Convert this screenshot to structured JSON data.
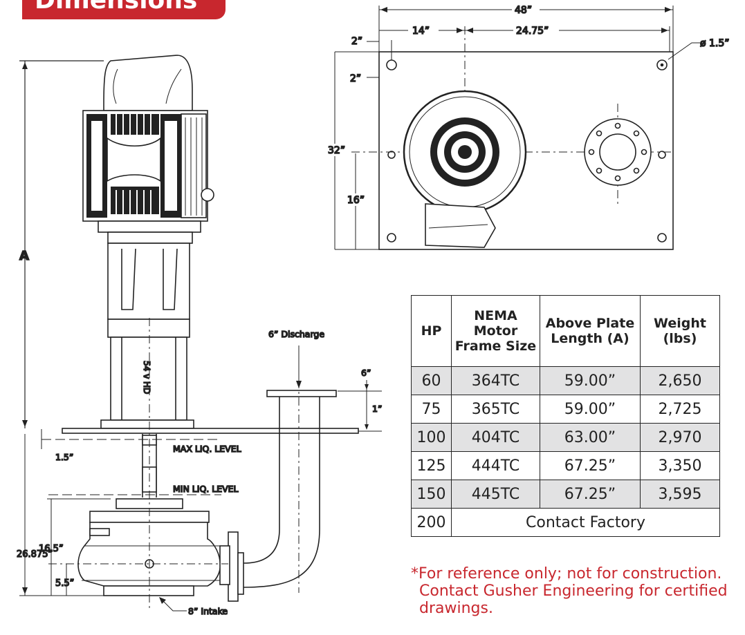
{
  "header": {
    "title": "Dimensions"
  },
  "side_view": {
    "overall_label": "A",
    "discharge_label": "6” Discharge",
    "flange_height": "6”",
    "flange_offset": "1”",
    "shaft_label": "54 v HD",
    "max_liq_label": "MAX LIQ. LEVEL",
    "max_liq_dim": "1.5”",
    "min_liq_label": "MIN LIQ. LEVEL",
    "depth_total": "26.875”",
    "depth_mid": "16.5”",
    "depth_low": "5.5”",
    "intake_label": "8” Intake"
  },
  "top_view": {
    "width": "48”",
    "offset_left": "14”",
    "offset_right": "24.75”",
    "edge_x": "2”",
    "edge_y": "2”",
    "hole_dia": "ø 1.5”",
    "height": "32”",
    "half_height": "16”"
  },
  "table": {
    "headers": [
      "HP",
      "NEMA Motor Frame Size",
      "Above Plate Length (A)",
      "Weight (lbs)"
    ],
    "rows": [
      {
        "hp": "60",
        "frame": "364TC",
        "length": "59.00”",
        "weight": "2,650"
      },
      {
        "hp": "75",
        "frame": "365TC",
        "length": "59.00”",
        "weight": "2,725"
      },
      {
        "hp": "100",
        "frame": "404TC",
        "length": "63.00”",
        "weight": "2,970"
      },
      {
        "hp": "125",
        "frame": "444TC",
        "length": "67.25”",
        "weight": "3,350"
      },
      {
        "hp": "150",
        "frame": "445TC",
        "length": "67.25”",
        "weight": "3,595"
      }
    ],
    "contact_row": {
      "hp": "200",
      "text": "Contact Factory"
    }
  },
  "footnote": "*For reference only; not for construction. Contact Gusher Engineering for certified drawings."
}
